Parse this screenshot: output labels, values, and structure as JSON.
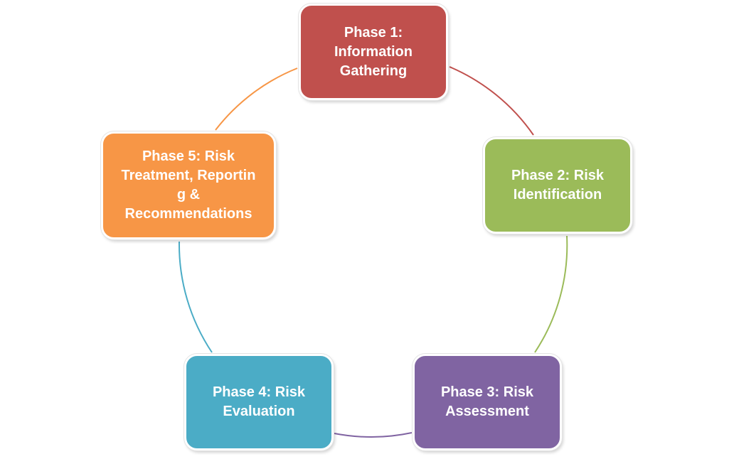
{
  "diagram": {
    "phases": [
      {
        "label": "Phase 1:\nInformation\nGathering",
        "color": "#c0504d"
      },
      {
        "label": "Phase 2: Risk\nIdentification",
        "color": "#9bbb59"
      },
      {
        "label": "Phase 3: Risk\nAssessment",
        "color": "#8064a2"
      },
      {
        "label": "Phase 4: Risk\nEvaluation",
        "color": "#4bacc6"
      },
      {
        "label": "Phase 5: Risk\nTreatment, Reportin\ng &\nRecommendations",
        "color": "#f79646"
      }
    ]
  }
}
